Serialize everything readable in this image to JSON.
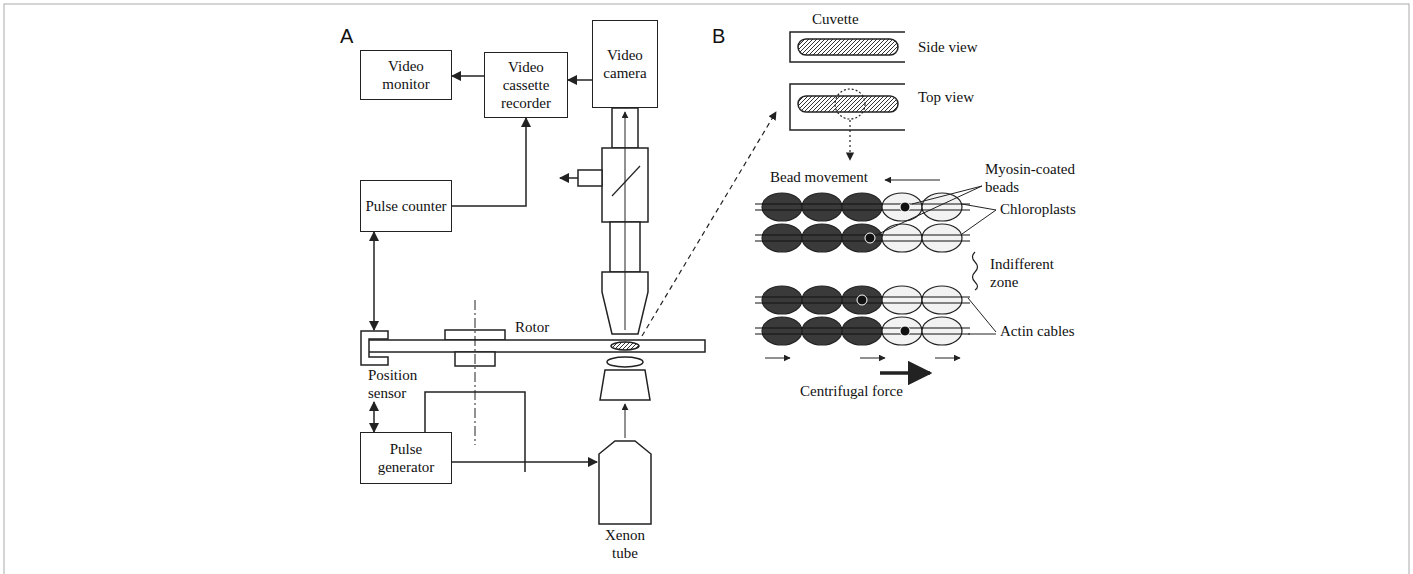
{
  "diagram": {
    "nodes": [
      {
        "text": [
          "Video monitor"
        ]
      },
      {
        "text": [
          "Video cassette recorder"
        ]
      },
      {
        "text": [
          "Video camera"
        ]
      },
      {
        "text": [
          "Pulse counter"
        ]
      },
      {
        "text": [
          "Position sensor"
        ]
      },
      {
        "text": [
          "Pulse generator"
        ]
      },
      {
        "text": [
          "Xenon tube"
        ]
      }
    ],
    "edges": [
      {
        "from": 1,
        "to": 0,
        "arrow": "to"
      },
      {
        "from": 2,
        "to": 1,
        "arrow": "to"
      },
      {
        "from": 3,
        "to": 1,
        "arrow": "to"
      },
      {
        "from": 4,
        "to": 3,
        "arrow": "both"
      },
      {
        "from": 4,
        "to": 5,
        "arrow": "both"
      },
      {
        "from": 5,
        "to": 6,
        "arrow": "to"
      }
    ],
    "labels": [
      "A",
      "B",
      "Rotor",
      "Cuvette",
      "Side view",
      "Top view",
      "Bead movement",
      "Myosin-coated beads",
      "Chloroplasts",
      "Indifferent zone",
      "Actin cables",
      "Centrifugal force"
    ]
  }
}
